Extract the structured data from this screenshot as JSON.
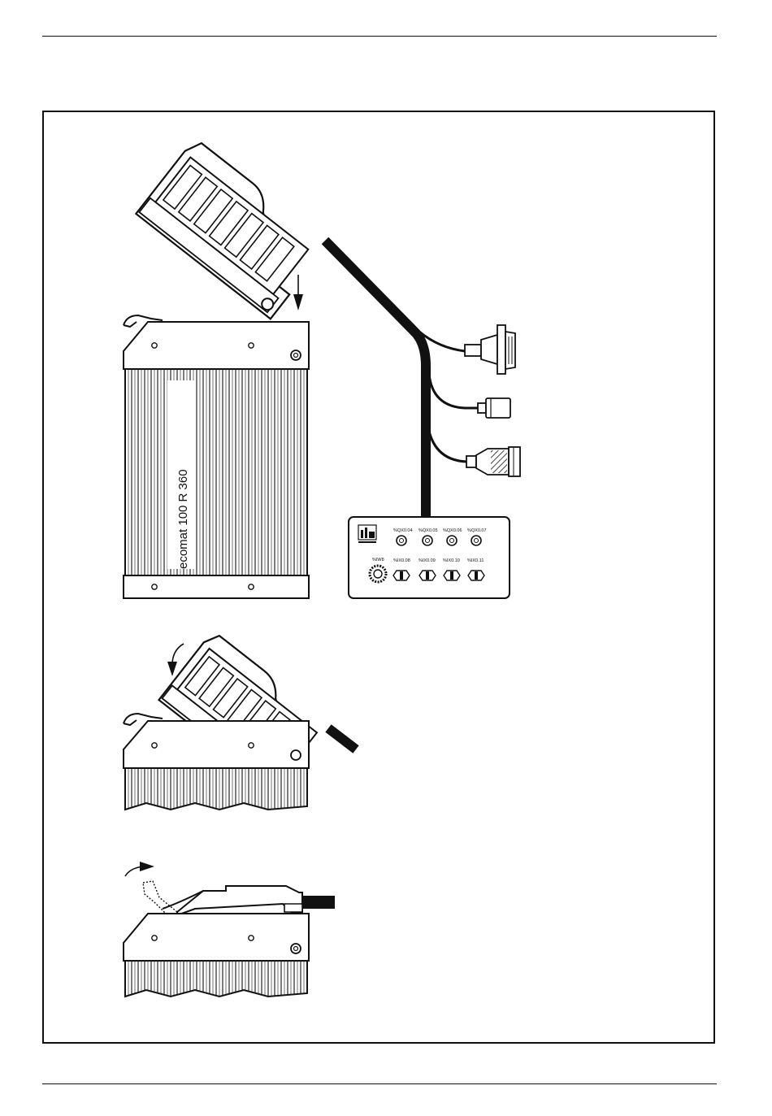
{
  "device": {
    "label": "ecomat 100 R 360"
  },
  "test_box": {
    "outputs": [
      "%QX0.04",
      "%QX0.05",
      "%QX0.06",
      "%QX0.07"
    ],
    "inputs": [
      "%IX0.08",
      "%IX0.09",
      "%IX0.10",
      "%IX0.11"
    ],
    "potentiometer": "%IW8",
    "logo": "ifm electronic"
  }
}
